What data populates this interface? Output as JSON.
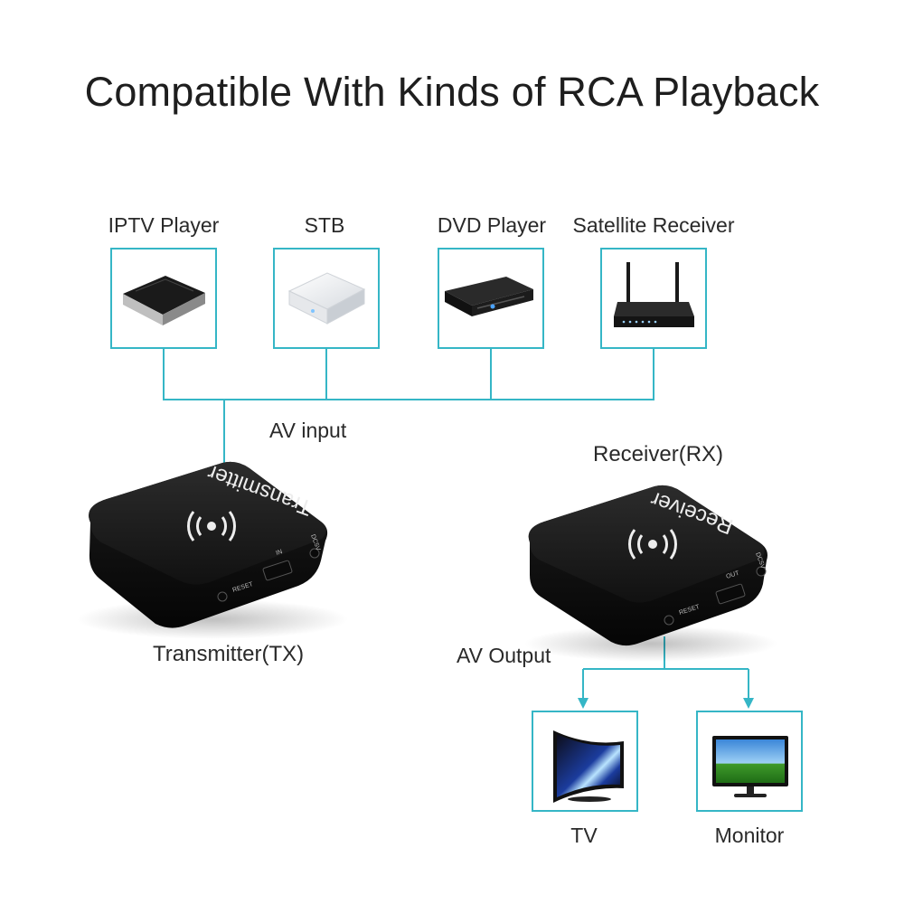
{
  "title": "Compatible With Kinds of RCA Playback",
  "sources": [
    {
      "label": "IPTV Player",
      "icon": "iptv-player-icon"
    },
    {
      "label": "STB",
      "icon": "stb-icon"
    },
    {
      "label": "DVD Player",
      "icon": "dvd-player-icon"
    },
    {
      "label": "Satellite Receiver",
      "icon": "satellite-receiver-icon"
    }
  ],
  "av_input_label": "AV input",
  "transmitter": {
    "caption": "Transmitter(TX)",
    "top_text": "Transmitter",
    "port_label": "IN",
    "power_label": "DC5V",
    "reset_label": "RESET"
  },
  "receiver": {
    "caption": "Receiver(RX)",
    "top_text": "Receiver",
    "port_label": "OUT",
    "power_label": "DC5V",
    "reset_label": "RESET"
  },
  "av_output_label": "AV Output",
  "outputs": [
    {
      "label": "TV",
      "icon": "tv-icon"
    },
    {
      "label": "Monitor",
      "icon": "monitor-icon"
    }
  ],
  "colors": {
    "connector": "#35b6c6",
    "device": "#151515"
  }
}
